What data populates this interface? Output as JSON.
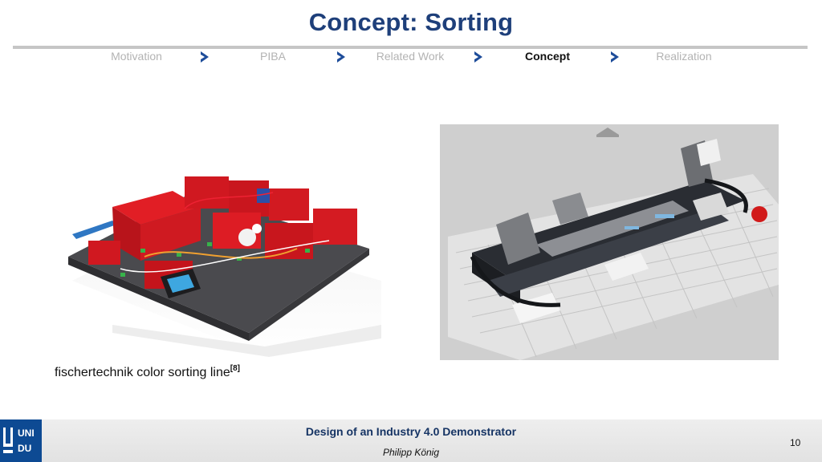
{
  "slide": {
    "title": "Concept: Sorting",
    "nav": [
      {
        "label": "Motivation",
        "active": false
      },
      {
        "label": "PIBA",
        "active": false
      },
      {
        "label": "Related Work",
        "active": false
      },
      {
        "label": "Concept",
        "active": true
      },
      {
        "label": "Realization",
        "active": false
      }
    ],
    "caption": {
      "text": "fischertechnik color sorting line",
      "ref": "[8]"
    },
    "footer": {
      "title": "Design of an Industry 4.0 Demonstrator",
      "author": "Philipp König",
      "page": "10",
      "logo_text": "UNI"
    }
  },
  "colors": {
    "title": "#1e3f7a",
    "nav_inactive": "#b3b3b3",
    "nav_arrow": "#1e4d9a",
    "logo_bg": "#0d4a93",
    "ft_red": "#d8161e"
  },
  "icons": [
    "chevron-right-icon",
    "ude-logo"
  ],
  "images": [
    {
      "name": "fischertechnik-sorting-line-photo"
    },
    {
      "name": "lego-sorting-machine-render"
    }
  ]
}
